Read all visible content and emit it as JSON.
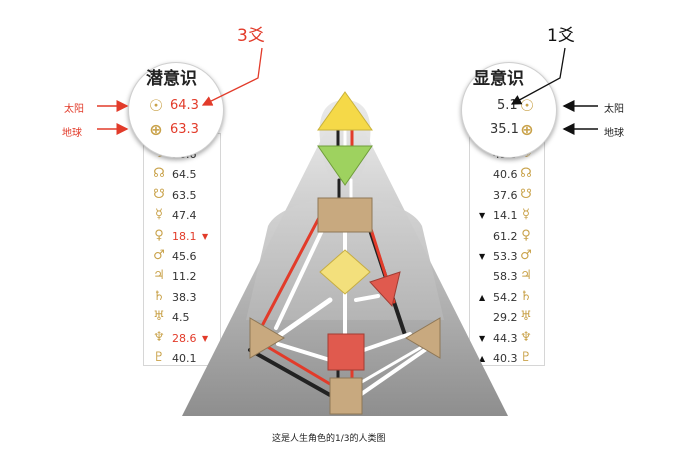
{
  "labels": {
    "left_line_label": "3爻",
    "right_line_label": "1爻",
    "caption": "这是人生角色的1/3的人类图"
  },
  "design": {
    "title": "潜意识",
    "sun_label": "太阳",
    "earth_label": "地球",
    "sun": "64.3",
    "earth": "63.3",
    "rows": [
      {
        "value": "36.6",
        "icon": "moon-icon",
        "glyph": "☽",
        "mark": ""
      },
      {
        "value": "64.5",
        "icon": "north-node-icon",
        "glyph": "☊",
        "mark": ""
      },
      {
        "value": "63.5",
        "icon": "south-node-icon",
        "glyph": "☋",
        "mark": ""
      },
      {
        "value": "47.4",
        "icon": "mercury-icon",
        "glyph": "☿",
        "mark": ""
      },
      {
        "value": "18.1",
        "icon": "venus-icon",
        "glyph": "♀",
        "mark": "▼"
      },
      {
        "value": "45.6",
        "icon": "mars-icon",
        "glyph": "♂",
        "mark": ""
      },
      {
        "value": "11.2",
        "icon": "jupiter-icon",
        "glyph": "♃",
        "mark": ""
      },
      {
        "value": "38.3",
        "icon": "saturn-icon",
        "glyph": "♄",
        "mark": ""
      },
      {
        "value": "4.5",
        "icon": "uranus-icon",
        "glyph": "♅",
        "mark": ""
      },
      {
        "value": "28.6",
        "icon": "neptune-icon",
        "glyph": "♆",
        "mark": "▼"
      },
      {
        "value": "40.1",
        "icon": "pluto-icon",
        "glyph": "♇",
        "mark": ""
      }
    ]
  },
  "personality": {
    "title": "显意识",
    "sun_label": "太阳",
    "earth_label": "地球",
    "sun": "5.1",
    "earth": "35.1",
    "rows": [
      {
        "value": "45.5",
        "icon": "moon-icon",
        "glyph": "☽",
        "mark": ""
      },
      {
        "value": "40.6",
        "icon": "north-node-icon",
        "glyph": "☊",
        "mark": ""
      },
      {
        "value": "37.6",
        "icon": "south-node-icon",
        "glyph": "☋",
        "mark": ""
      },
      {
        "value": "14.1",
        "icon": "mercury-icon",
        "glyph": "☿",
        "mark": "▼"
      },
      {
        "value": "61.2",
        "icon": "venus-icon",
        "glyph": "♀",
        "mark": ""
      },
      {
        "value": "53.3",
        "icon": "mars-icon",
        "glyph": "♂",
        "mark": "▼"
      },
      {
        "value": "58.3",
        "icon": "jupiter-icon",
        "glyph": "♃",
        "mark": ""
      },
      {
        "value": "54.2",
        "icon": "saturn-icon",
        "glyph": "♄",
        "mark": "▲"
      },
      {
        "value": "29.2",
        "icon": "uranus-icon",
        "glyph": "♅",
        "mark": ""
      },
      {
        "value": "44.3",
        "icon": "neptune-icon",
        "glyph": "♆",
        "mark": "▼"
      },
      {
        "value": "40.3",
        "icon": "pluto-icon",
        "glyph": "♇",
        "mark": "▲"
      }
    ]
  },
  "colors": {
    "design_red": "#e23b2a",
    "personality_black": "#222222",
    "glyph_gold": "#c9a24a"
  }
}
